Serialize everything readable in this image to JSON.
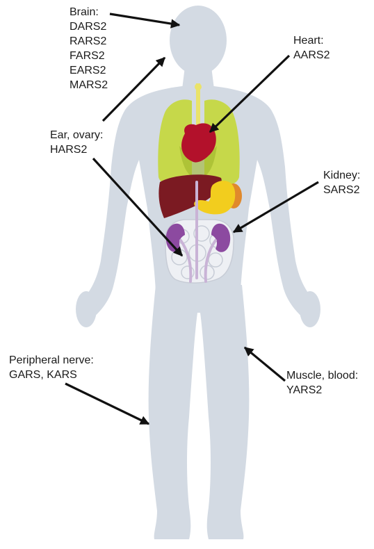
{
  "colors": {
    "body": "#d3dae3",
    "lungs": "#c6d84a",
    "lungs_dark": "#9fb52c",
    "heart": "#b3112b",
    "liver": "#7b1a22",
    "stomach": "#f2cd1e",
    "spleen": "#e0892c",
    "kidney": "#8c4aa0",
    "intestine": "#eef0f4",
    "vessel": "#c9b3d6",
    "trachea": "#eae36a",
    "arrow": "#111111"
  },
  "labels": {
    "brain": {
      "title": "Brain:",
      "genes": [
        "DARS2",
        "RARS2",
        "FARS2",
        "EARS2",
        "MARS2"
      ]
    },
    "heart": {
      "title": "Heart:",
      "genes": [
        "AARS2"
      ]
    },
    "ear_ovary": {
      "title": "Ear, ovary:",
      "genes": [
        "HARS2"
      ]
    },
    "kidney": {
      "title": "Kidney:",
      "genes": [
        "SARS2"
      ]
    },
    "peripheral_nerve": {
      "title": "Peripheral nerve:",
      "genes": [
        "GARS, KARS"
      ]
    },
    "muscle_blood": {
      "title": "Muscle, blood:",
      "genes": [
        "YARS2"
      ]
    }
  }
}
